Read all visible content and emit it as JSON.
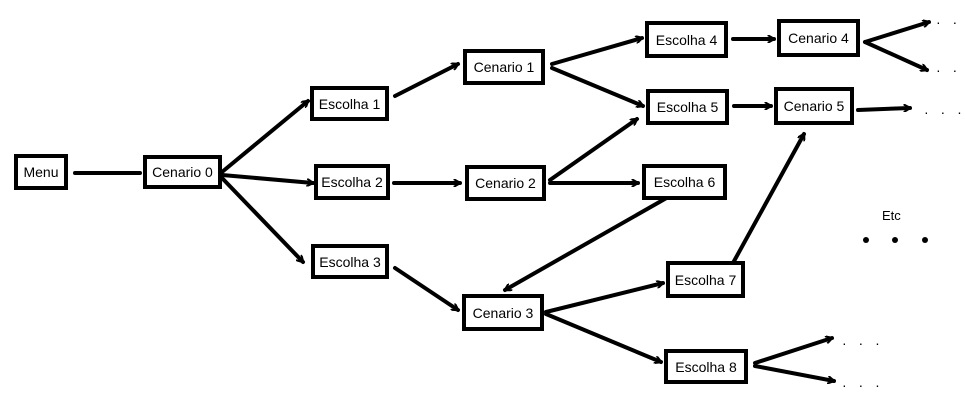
{
  "nodes": {
    "menu": "Menu",
    "cenario0": "Cenario 0",
    "escolha1": "Escolha 1",
    "escolha2": "Escolha 2",
    "escolha3": "Escolha 3",
    "cenario1": "Cenario 1",
    "cenario2": "Cenario 2",
    "cenario3": "Cenario 3",
    "escolha4": "Escolha 4",
    "escolha5": "Escolha 5",
    "escolha6": "Escolha 6",
    "escolha7": "Escolha 7",
    "escolha8": "Escolha 8",
    "cenario4": "Cenario 4",
    "cenario5": "Cenario 5"
  },
  "etc_label": "Etc",
  "ellipsis": "· · ·"
}
